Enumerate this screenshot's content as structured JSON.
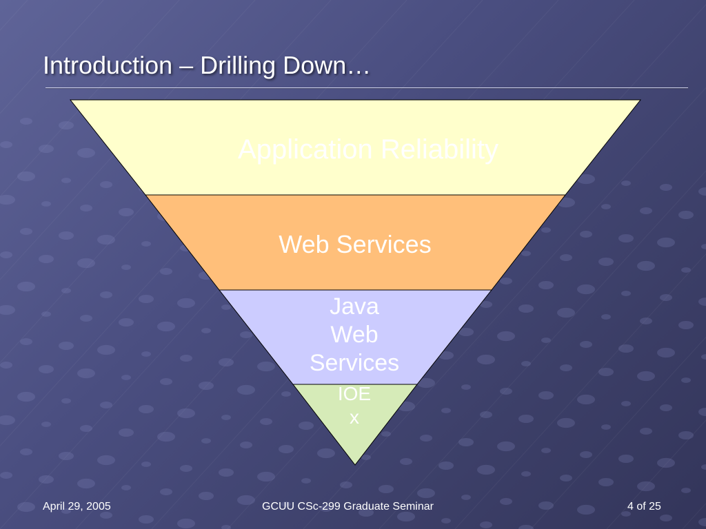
{
  "slide": {
    "title": "Introduction – Drilling Down…"
  },
  "pyramid": {
    "layers": [
      {
        "label": "Application Reliability",
        "fill": "#ffffcc"
      },
      {
        "label": "Web Services",
        "fill": "#ffbf7a"
      },
      {
        "label_lines": [
          "Java",
          "Web",
          "Services"
        ],
        "fill": "#ccccff"
      },
      {
        "label_lines": [
          "IOE",
          "x"
        ],
        "fill": "#d6ebb8"
      }
    ],
    "outline": "#000000"
  },
  "footer": {
    "date": "April 29, 2005",
    "center": "GCUU CSc-299 Graduate Seminar",
    "page": "4 of 25"
  },
  "colors": {
    "background": "#4a4e80",
    "title_text": "#ffffff",
    "rule": "#d6d8ee"
  }
}
